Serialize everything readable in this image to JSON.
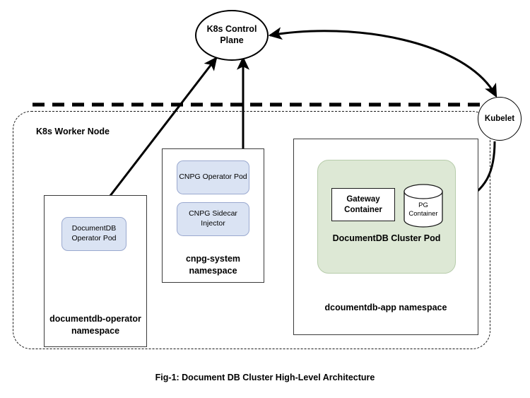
{
  "figure": {
    "caption": "Fig-1: Document DB Cluster High-Level Architecture"
  },
  "control_plane": {
    "label": "K8s Control Plane"
  },
  "kubelet": {
    "label": "Kubelet"
  },
  "worker_node": {
    "label": "K8s Worker Node"
  },
  "namespaces": [
    {
      "id": "documentdb-operator",
      "label": "documentdb-operator namespace",
      "pods": [
        {
          "id": "documentdb-operator-pod",
          "label": "DocumentDB Operator Pod",
          "color": "#dae3f3"
        }
      ]
    },
    {
      "id": "cnpg-system",
      "label": "cnpg-system namespace",
      "pods": [
        {
          "id": "cnpg-operator-pod",
          "label": "CNPG Operator Pod",
          "color": "#dae3f3"
        },
        {
          "id": "cnpg-sidecar-injector",
          "label": "CNPG Sidecar Injector",
          "color": "#dae3f3"
        }
      ]
    },
    {
      "id": "dcoumentdb-app",
      "label": "dcoumentdb-app namespace",
      "pods": [
        {
          "id": "documentdb-cluster-pod",
          "label": "DocumentDB Cluster Pod",
          "color": "#dde8d5",
          "containers": [
            {
              "id": "gateway-container",
              "label": "Gateway Container",
              "shape": "rectangle"
            },
            {
              "id": "pg-container",
              "label": "PG Container",
              "shape": "cylinder"
            }
          ]
        }
      ]
    }
  ],
  "connections": [
    {
      "id": "control-plane-kubelet",
      "from": "K8s Control Plane",
      "to": "Kubelet",
      "style": "curved",
      "arrowheads": "both"
    },
    {
      "id": "documentdb-operator-to-control-plane",
      "from": "DocumentDB Operator Pod",
      "to": "K8s Control Plane",
      "style": "straight",
      "arrowheads": "both"
    },
    {
      "id": "cnpg-sidecar-to-control-plane",
      "from": "CNPG Sidecar Injector",
      "to": "K8s Control Plane",
      "style": "straight",
      "arrowheads": "both"
    },
    {
      "id": "kubelet-to-cluster-pod",
      "from": "Kubelet",
      "to": "DocumentDB Cluster Pod",
      "style": "curved",
      "arrowheads": "single"
    }
  ],
  "boundary": {
    "id": "control-plane-boundary",
    "style": "thick-dashed"
  },
  "colors": {
    "pod_blue": "#dae3f3",
    "pod_green": "#dde8d5",
    "stroke": "#000000"
  }
}
